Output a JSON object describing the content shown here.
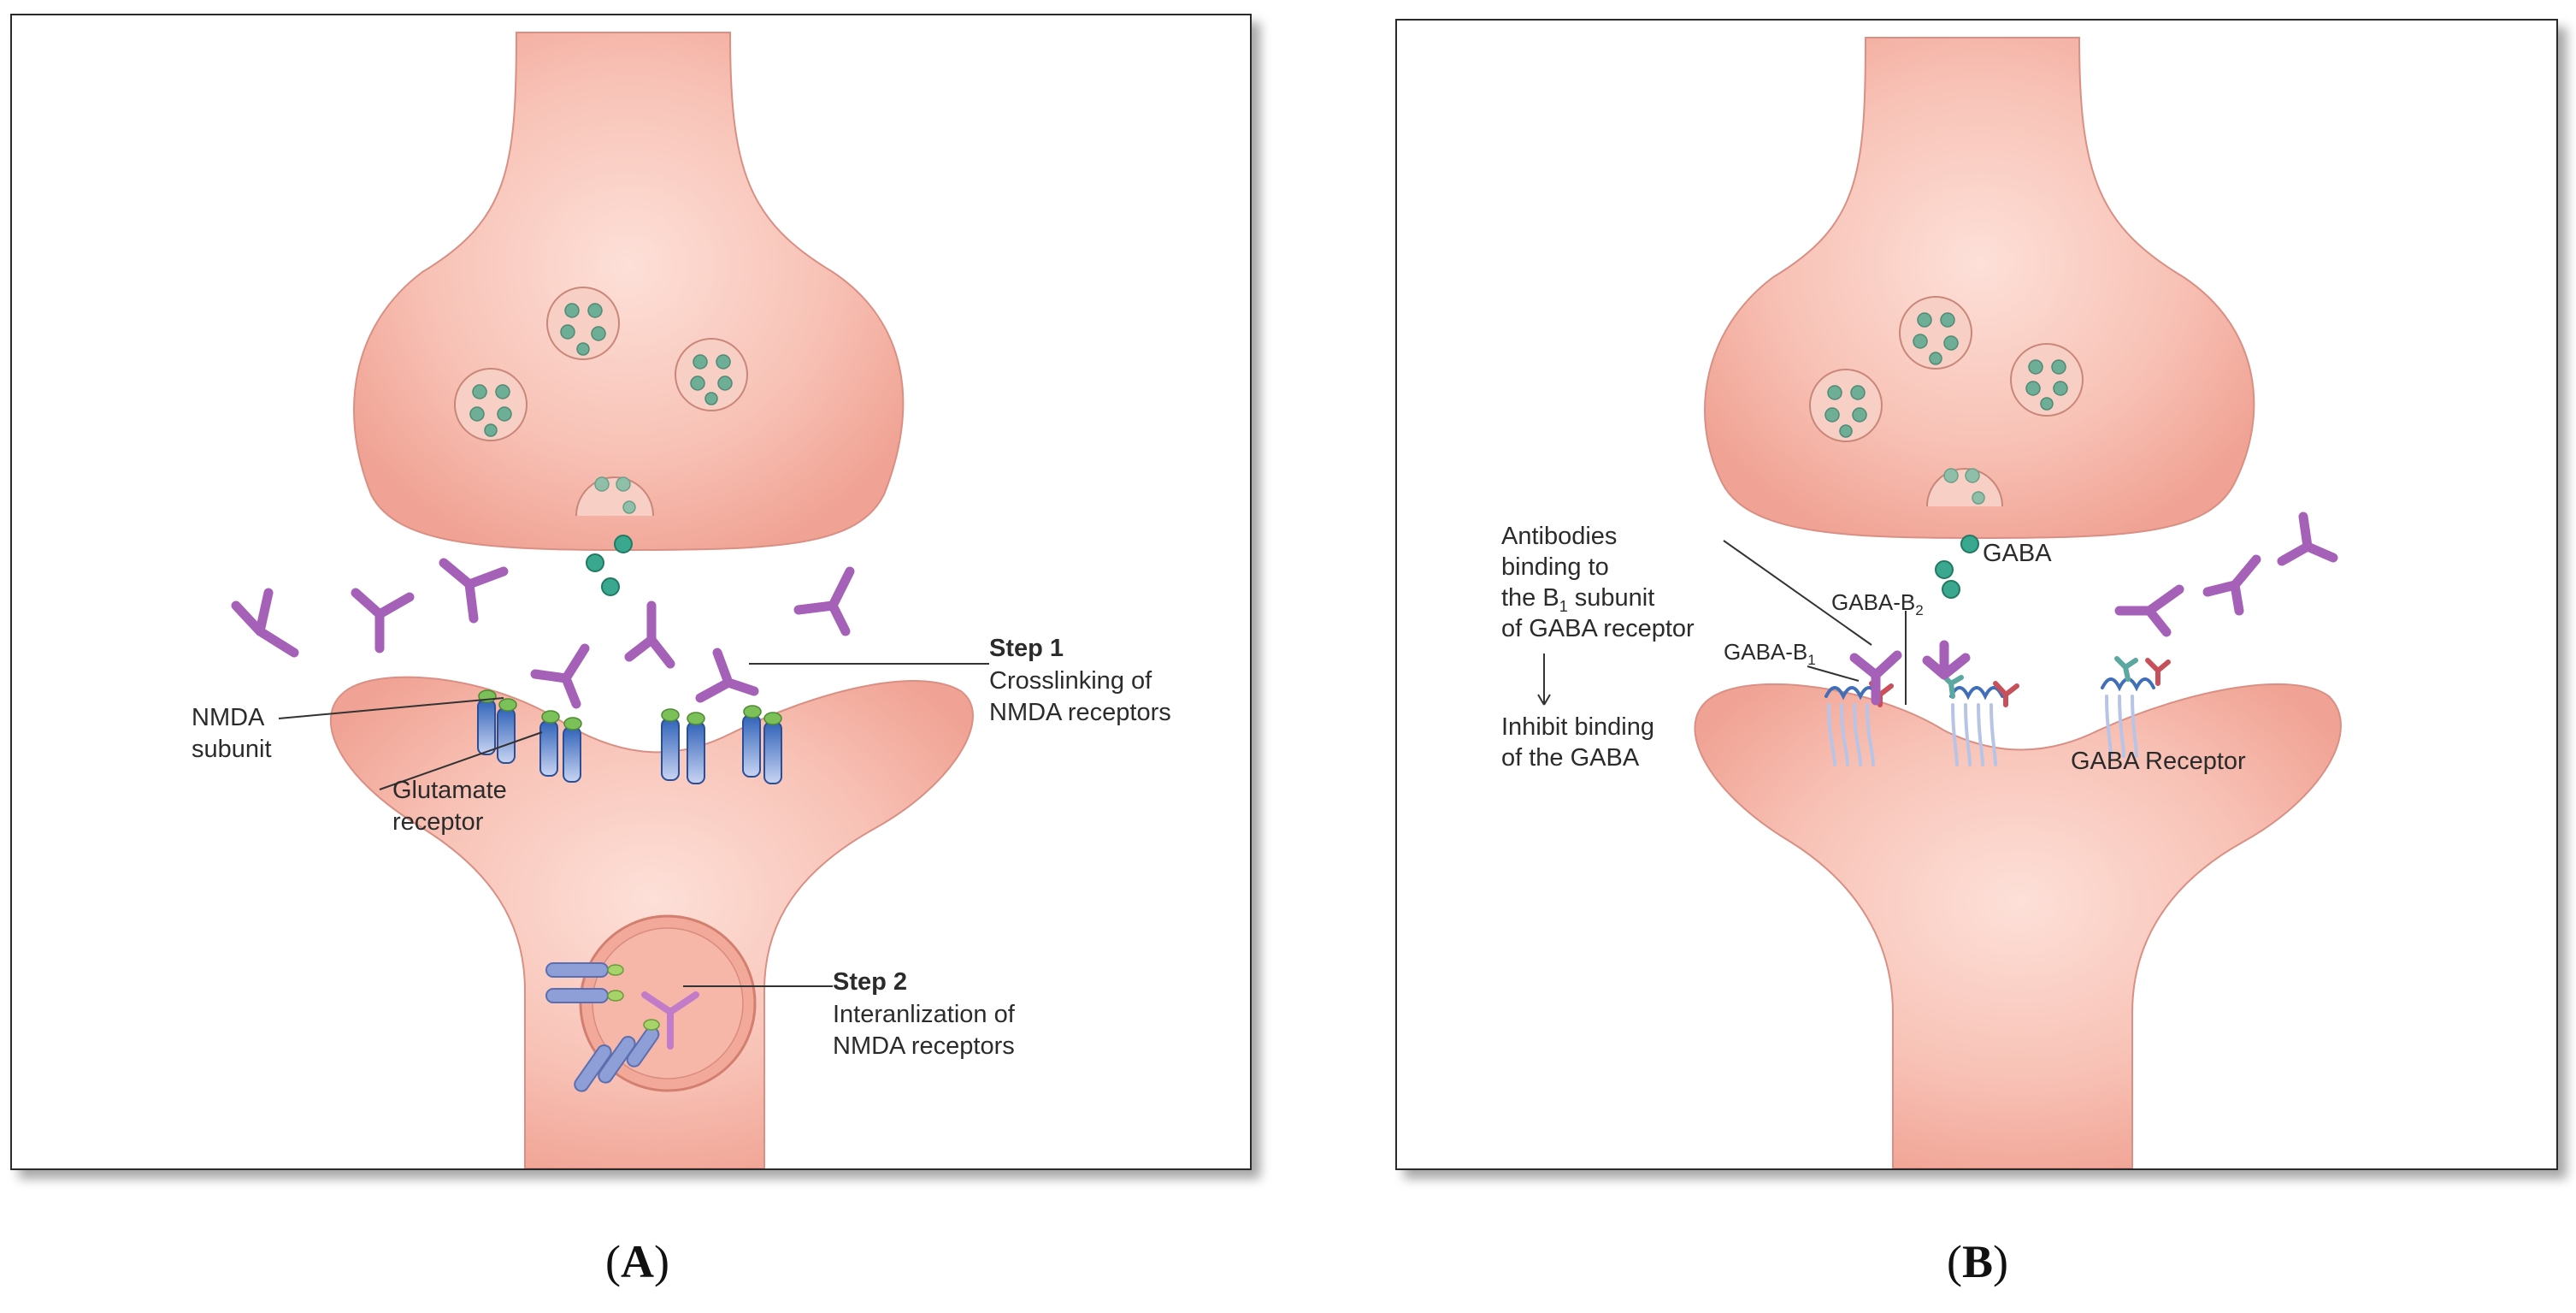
{
  "panel_a": {
    "caption": "A",
    "labels": {
      "step1_title": "Step 1",
      "step1_line1": "Crosslinking of",
      "step1_line2": "NMDA receptors",
      "nmda_line1": "NMDA",
      "nmda_line2": "subunit",
      "glutamate_line1": "Glutamate",
      "glutamate_line2": "receptor",
      "step2_title": "Step 2",
      "step2_line1": "Interanlization of",
      "step2_line2": "NMDA receptors"
    }
  },
  "panel_b": {
    "caption": "B",
    "labels": {
      "antibodies_line1": "Antibodies",
      "antibodies_line2": "binding to",
      "antibodies_line3_pre": "the B",
      "antibodies_line3_sub": "1",
      "antibodies_line3_post": " subunit",
      "antibodies_line4": "of GABA receptor",
      "inhibit_line1": "Inhibit binding",
      "inhibit_line2": "of the GABA",
      "gaba": "GABA",
      "gaba_b2_pre": "GABA-B",
      "gaba_b2_sub": "2",
      "gaba_b1_pre": "GABA-B",
      "gaba_b1_sub": "1",
      "gaba_receptor": "GABA Receptor"
    }
  },
  "colors": {
    "neuron": "#f6b7ab",
    "neuron_outline": "#d98f83",
    "antibody": "#a561b8",
    "receptor_blue": "#3f72c6",
    "receptor_green": "#6ab04c",
    "neurotransmitter": "#3aa88e",
    "gaba_red": "#c8505a",
    "gaba_teal": "#5aa8a0"
  }
}
